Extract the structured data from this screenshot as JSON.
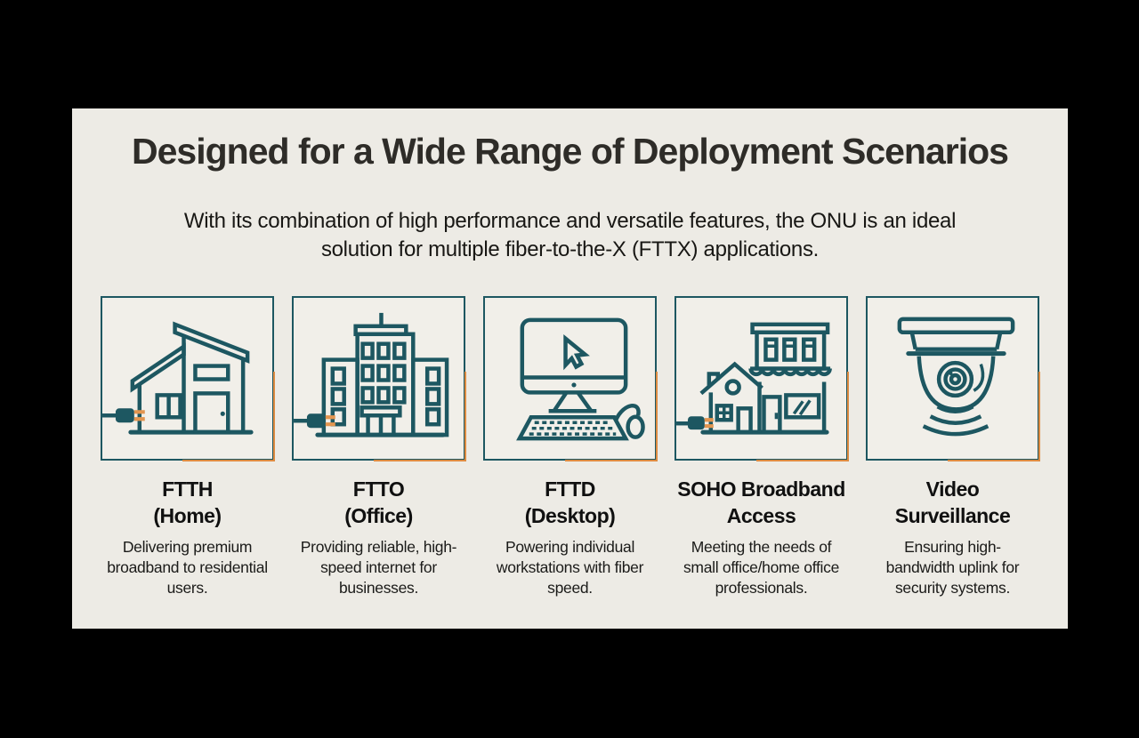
{
  "colors": {
    "teal": "#1d5761",
    "orange": "#dd8b41",
    "prong": "#e2954f",
    "slide_bg": "#edebe5",
    "card_bg": "#f1efe9",
    "title": "#2e2c28",
    "text": "#1b1b19"
  },
  "header": {
    "title": "Designed for a Wide Range of Deployment Scenarios",
    "subtitle": "With its combination of high performance and versatile features, the ONU is an ideal solution for multiple fiber-to-the-X (FTTX) applications."
  },
  "cards": [
    {
      "icon": "modern-house-with-fiber-plug",
      "title_line1": "FTTH",
      "title_line2": "(Home)",
      "description": "Delivering premium broadband to residential users."
    },
    {
      "icon": "office-building-with-fiber-plug",
      "title_line1": "FTTO",
      "title_line2": "(Office)",
      "description": "Providing reliable, high-speed internet for businesses."
    },
    {
      "icon": "desktop-computer",
      "title_line1": "FTTD",
      "title_line2": "(Desktop)",
      "description": "Powering individual workstations with fiber speed."
    },
    {
      "icon": "shop-and-home-with-fiber-plug",
      "title_line1": "SOHO Broadband",
      "title_line2": "Access",
      "description": "Meeting the needs of small office/home office professionals."
    },
    {
      "icon": "surveillance-dome-camera",
      "title_line1": "Video",
      "title_line2": "Surveillance",
      "description": "Ensuring high-bandwidth uplink for security systems."
    }
  ]
}
